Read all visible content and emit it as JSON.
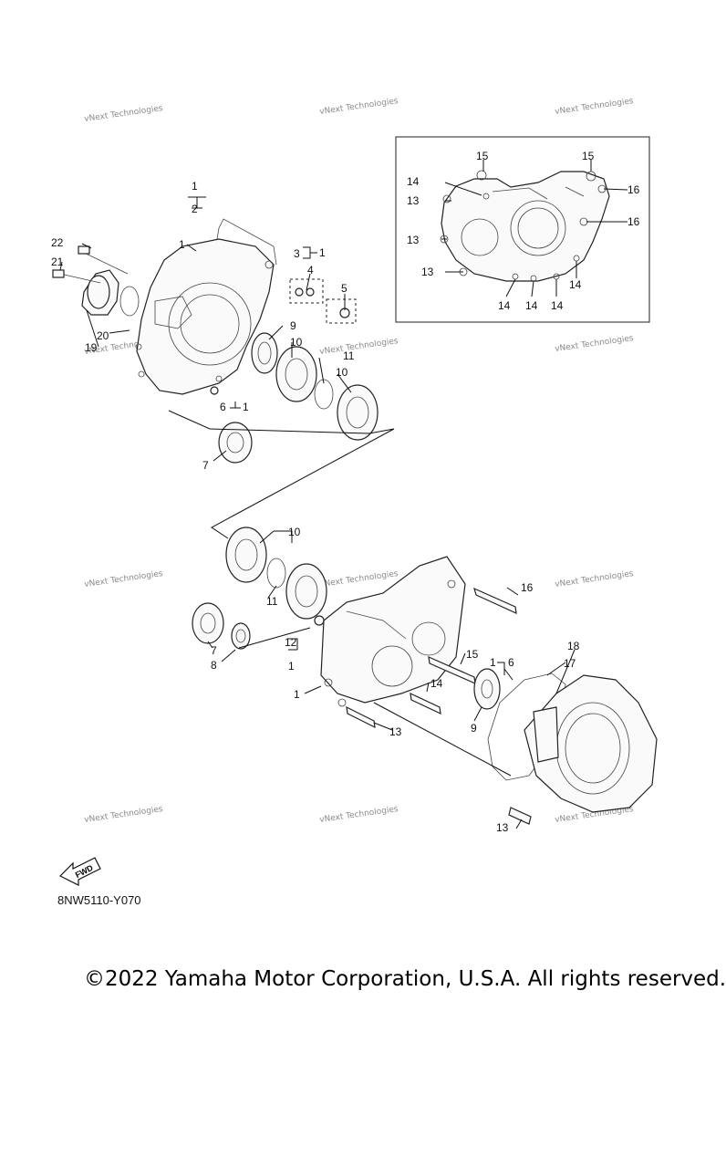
{
  "watermark_text": "vNext Technologies",
  "diagram_code": "8NW5110-Y070",
  "copyright": "©2022 Yamaha Motor Corporation, U.S.A. All rights reserved.",
  "fwd_label": "FWD",
  "callouts": {
    "c1a": "1",
    "c2a": "2",
    "c1b": "1",
    "c22": "22",
    "c21": "21",
    "c3": "3",
    "c1c": "1",
    "c4": "4",
    "c5": "5",
    "c9a": "9",
    "c10a": "10",
    "c11a": "11",
    "c10b": "10",
    "c20": "20",
    "c19": "19",
    "c6a": "6",
    "c1d": "1",
    "c7a": "7",
    "c15a": "15",
    "c15b": "15",
    "c14a": "14",
    "c13a": "13",
    "c16a": "16",
    "c16b": "16",
    "c13b": "13",
    "c13c": "13",
    "c14b": "14",
    "c14c": "14",
    "c14d": "14",
    "c14e": "14",
    "c10c": "10",
    "c11b": "11",
    "c10d": "10",
    "c7b": "7",
    "c8": "8",
    "c12": "12",
    "c1e": "1",
    "c1f": "1",
    "c16c": "16",
    "c15c": "15",
    "c14f": "14",
    "c13d": "13",
    "c9b": "9",
    "c1g": "1",
    "c6b": "6",
    "c17": "17",
    "c18": "18",
    "c13e": "13"
  }
}
